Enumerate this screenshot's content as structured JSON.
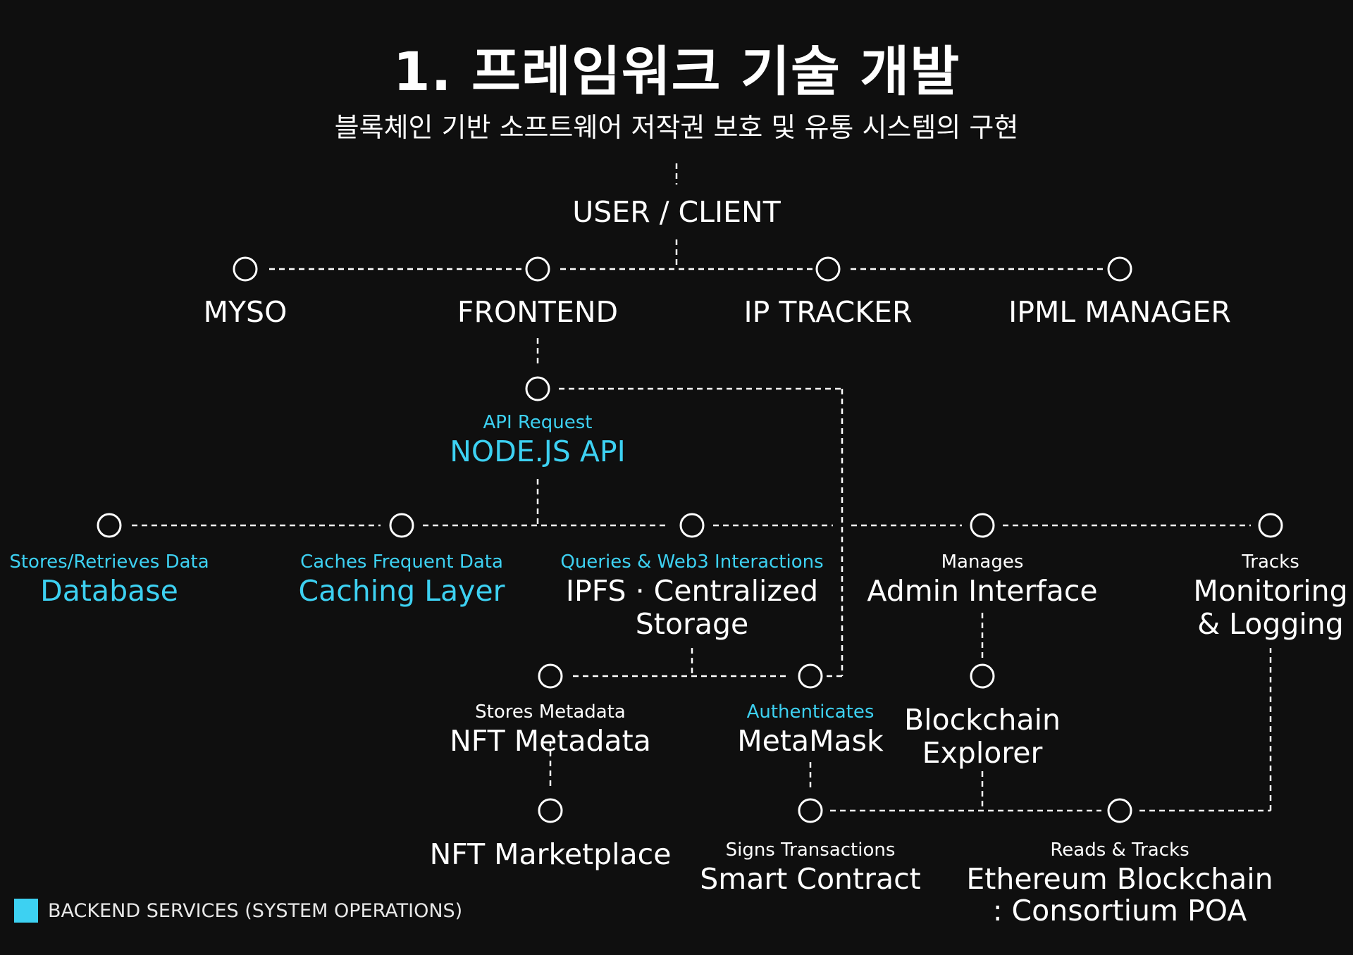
{
  "header": {
    "title": "1. 프레임워크 기술 개발",
    "subtitle": "블록체인 기반 소프트웨어 저작권 보호 및 유통 시스템의 구현"
  },
  "diagram": {
    "root": "USER / CLIENT",
    "top_row": [
      "MYSO",
      "FRONTEND",
      "IP TRACKER",
      "IPML MANAGER"
    ],
    "api": {
      "caption": "API Request",
      "label": "NODE.JS API"
    },
    "services": [
      {
        "caption": "Stores/Retrieves Data",
        "label": "Database",
        "accent": true
      },
      {
        "caption": "Caches Frequent Data",
        "label": "Caching Layer",
        "accent": true
      },
      {
        "caption": "Queries & Web3 Interactions",
        "label": "IPFS · Centralized Storage",
        "accent": false,
        "caption_accent": true
      },
      {
        "caption": "Manages",
        "label": "Admin Interface",
        "accent": false
      },
      {
        "caption": "Tracks",
        "label": "Monitoring & Logging",
        "accent": false
      }
    ],
    "nft_metadata": {
      "caption": "Stores Metadata",
      "label": "NFT Metadata"
    },
    "metamask": {
      "caption": "Authenticates",
      "label": "MetaMask"
    },
    "explorer": {
      "label": "Blockchain Explorer"
    },
    "nft_marketplace": {
      "label": "NFT Marketplace"
    },
    "smart_contract": {
      "caption": "Signs Transactions",
      "label": "Smart Contract"
    },
    "ethereum": {
      "caption": "Reads & Tracks",
      "label_line1": "Ethereum Blockchain",
      "label_line2": ": Consortium POA"
    }
  },
  "legend": {
    "label": "BACKEND SERVICES (SYSTEM OPERATIONS)",
    "color": "#3dd1f2"
  },
  "colors": {
    "background": "#0f0f0f",
    "accent": "#3dd1f2",
    "foreground": "#ffffff"
  }
}
